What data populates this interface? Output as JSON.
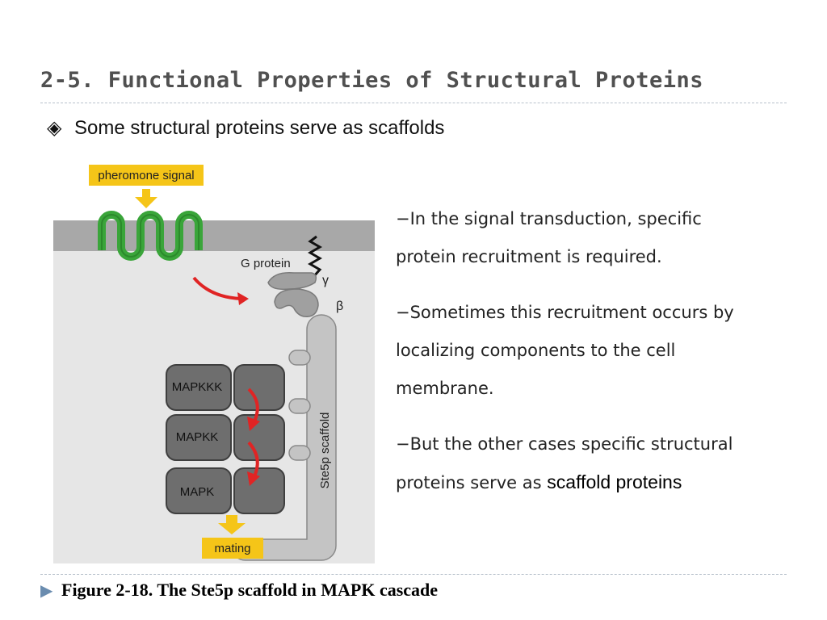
{
  "slide": {
    "title": "2-5. Functional Properties of Structural Proteins",
    "bullet": {
      "icon": "diamond-in-diamond-icon",
      "symbol": "◈",
      "text": "Some structural proteins serve as scaffolds"
    },
    "paragraphs": [
      {
        "text": "−In the signal transduction, specific protein recruitment is required."
      },
      {
        "text": "−Sometimes this recruitment occurs by localizing components to the cell membrane."
      },
      {
        "text": "−But the other cases specific structural proteins serve as ",
        "highlight": "scaffold proteins"
      }
    ],
    "caption": {
      "icon": "triangle-right-icon",
      "symbol": "▶",
      "text": "Figure 2-18. The Ste5p scaffold in MAPK cascade"
    }
  },
  "diagram": {
    "labels": {
      "pheromone": "pheromone signal",
      "g_protein": "G protein",
      "gamma": "γ",
      "beta": "β",
      "scaffold": "Ste5p scaffold",
      "mapkkk": "MAPKKK",
      "mapkk": "MAPKK",
      "mapk": "MAPK",
      "mating": "mating"
    },
    "colors": {
      "receptor": "#3aa53a",
      "label_box": "#f5c518",
      "yellow_arrow": "#f5c518",
      "red_arrow": "#e02424",
      "kinase": "#6e6e6e",
      "scaffold": "#c4c4c4",
      "membrane": "#a8a8a8",
      "cytoplasm": "#e6e6e6"
    }
  }
}
